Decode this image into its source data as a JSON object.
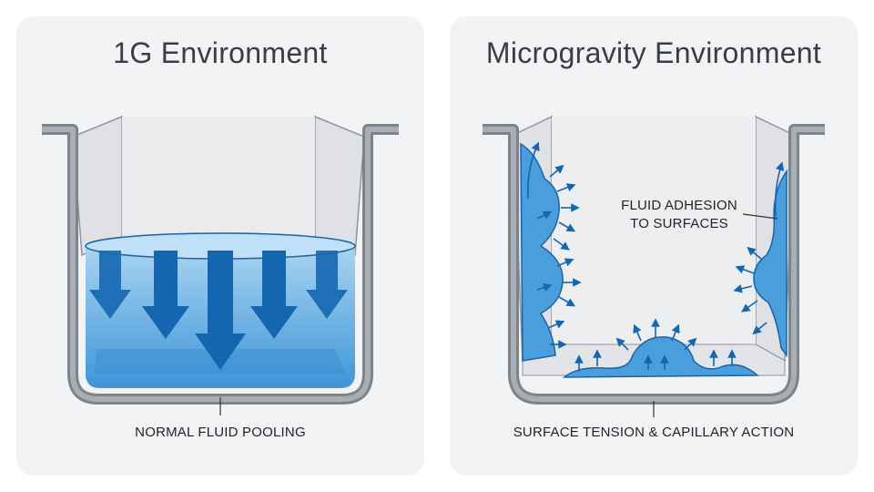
{
  "left_panel": {
    "title": "1G Environment",
    "caption": "NORMAL FLUID POOLING"
  },
  "right_panel": {
    "title": "Microgravity Environment",
    "caption": "SURFACE TENSION & CAPILLARY ACTION",
    "side_caption_line1": "FLUID ADHESION",
    "side_caption_line2": "TO SURFACES"
  },
  "colors": {
    "panel_bg": "#f2f3f5",
    "container_gray": "#9aa0a6",
    "fluid_blue": "#4a9edb",
    "arrow_blue": "#1566b0"
  }
}
